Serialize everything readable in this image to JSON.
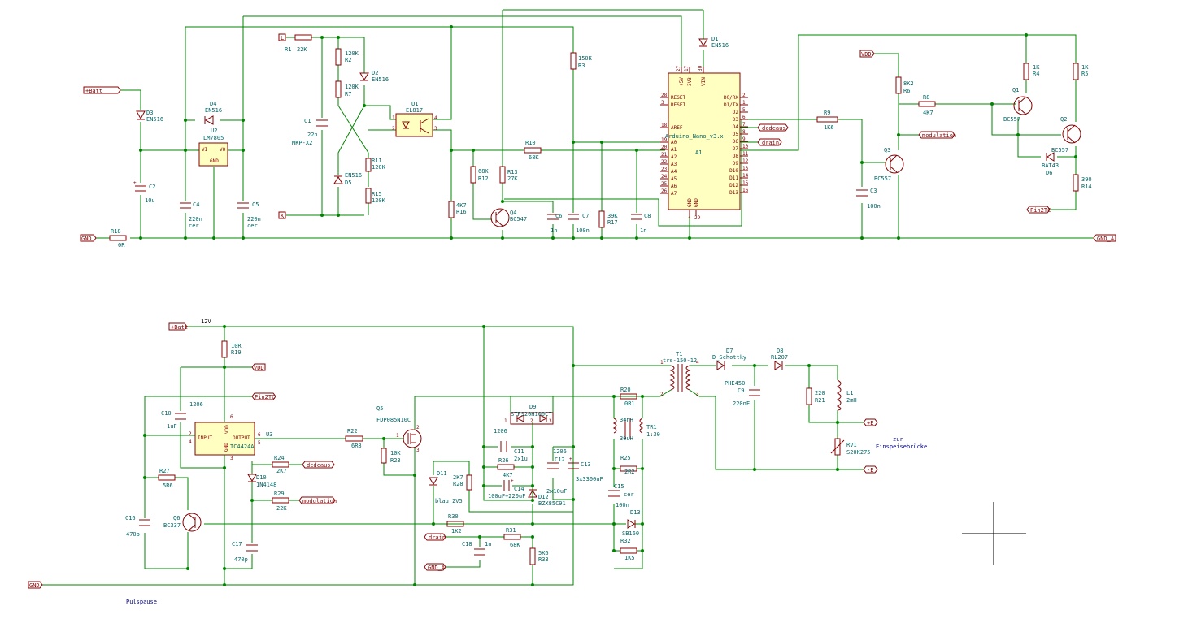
{
  "power_labels": {
    "batt_top": "+Batt",
    "batt_bottom": "+Batt",
    "gnd_top": "GND",
    "gnd_bottom": "GND",
    "gnd_a_right": "GND_A",
    "gnd_a_bottom": "GND_A",
    "vdd_top": "VDD",
    "vdd_bottom": "VDD",
    "pin2tc_top": "Pin2TC",
    "pin2tc_bottom": "Pin2TC",
    "pos_e": "+E",
    "neg_e": "-E"
  },
  "net_labels": {
    "dcdcaus_top": "dcdcaus",
    "drain_top": "drain",
    "modulation_top": "modulation",
    "dcdcaus_bottom": "dcdcaus",
    "modulation_bottom": "modulation",
    "drain_bottom": "drain"
  },
  "ports": {
    "L": "L",
    "K": "K"
  },
  "notes": {
    "v12": "12V",
    "zur": "zur",
    "einspeise": "Einspeisebrücke",
    "pulspause": "Pulspause"
  },
  "components": {
    "R1": {
      "ref": "R1",
      "val": "22K"
    },
    "R2": {
      "ref": "R2",
      "val": "120K"
    },
    "R7": {
      "ref": "R7",
      "val": "120K"
    },
    "R3": {
      "ref": "R3",
      "val": "150K"
    },
    "R11": {
      "ref": "R11",
      "val": "120K"
    },
    "R15": {
      "ref": "R15",
      "val": "120K"
    },
    "R16": {
      "ref": "R16",
      "val": "4K7"
    },
    "R12": {
      "ref": "R12",
      "val": "68K"
    },
    "R13": {
      "ref": "R13",
      "val": "27K"
    },
    "R10": {
      "ref": "R10",
      "val": "68K"
    },
    "R17": {
      "ref": "R17",
      "val": "39K"
    },
    "R18": {
      "ref": "R18",
      "val": "0R"
    },
    "R9": {
      "ref": "R9",
      "val": "1K6"
    },
    "R6": {
      "ref": "R6",
      "val": "8K2"
    },
    "R8": {
      "ref": "R8",
      "val": "4K7"
    },
    "R4": {
      "ref": "R4",
      "val": "1K"
    },
    "R5": {
      "ref": "R5",
      "val": "1K"
    },
    "R14": {
      "ref": "R14",
      "val": "390"
    },
    "D1": {
      "ref": "D1",
      "val": "EN516"
    },
    "D2": {
      "ref": "D2",
      "val": "EN516"
    },
    "D3": {
      "ref": "D3",
      "val": "EN516"
    },
    "D4": {
      "ref": "D4",
      "val": "EN516"
    },
    "D5": {
      "ref": "D5",
      "val": "EN516"
    },
    "D6": {
      "ref": "D6",
      "val": "BAT43"
    },
    "C1": {
      "ref": "C1",
      "val": "22n",
      "extra": "MKP-X2"
    },
    "C2": {
      "ref": "C2",
      "val": "10u"
    },
    "C3": {
      "ref": "C3",
      "val": "100n"
    },
    "C4": {
      "ref": "C4",
      "val": "220n",
      "extra": "cer"
    },
    "C5": {
      "ref": "C5",
      "val": "220n",
      "extra": "cer"
    },
    "C6": {
      "ref": "C6",
      "val": "1n"
    },
    "C7": {
      "ref": "C7",
      "val": "100n"
    },
    "C8": {
      "ref": "C8",
      "val": "1n"
    },
    "U1": {
      "ref": "U1",
      "val": "EL817"
    },
    "U2": {
      "ref": "U2",
      "val": "LM7805",
      "vi": "VI",
      "vo": "VO",
      "gnd": "GND"
    },
    "Q1": {
      "ref": "Q1",
      "val": "BC557"
    },
    "Q2": {
      "ref": "Q2",
      "val": "BC557"
    },
    "Q3": {
      "ref": "Q3",
      "val": "BC557"
    },
    "Q4": {
      "ref": "Q4",
      "val": "BC547"
    },
    "A1": {
      "ref": "A1",
      "val": "Arduino_Nano_v3.x"
    },
    "R19": {
      "ref": "R19",
      "val": "10R"
    },
    "R22": {
      "ref": "R22",
      "val": "6R8"
    },
    "R23": {
      "ref": "R23",
      "val": "10K"
    },
    "R24": {
      "ref": "R24",
      "val": "2K7"
    },
    "R29": {
      "ref": "R29",
      "val": "22K"
    },
    "R27": {
      "ref": "R27",
      "val": "5R6"
    },
    "R28": {
      "ref": "R28",
      "val": "2K7"
    },
    "R30": {
      "ref": "R30",
      "val": "1K2"
    },
    "R31": {
      "ref": "R31",
      "val": "68K"
    },
    "R33": {
      "ref": "R33",
      "val": "5K6"
    },
    "R26": {
      "ref": "R26",
      "val": "4K7"
    },
    "R20": {
      "ref": "R20",
      "val": "0R1"
    },
    "R25": {
      "ref": "R25",
      "val": "2R2"
    },
    "R32": {
      "ref": "R32",
      "val": "1K5"
    },
    "R21": {
      "ref": "R21",
      "val": "220"
    },
    "C9": {
      "ref": "C9",
      "val": "220nF",
      "extra": "PHE450"
    },
    "C10": {
      "ref": "C10",
      "val": "1uF",
      "extra": "1206"
    },
    "C11": {
      "ref": "C11",
      "val": "2x1u",
      "extra": "1206"
    },
    "C12": {
      "ref": "C12",
      "val": "2x10uF",
      "extra": "1206"
    },
    "C13": {
      "ref": "C13",
      "val": "3x3300uF"
    },
    "C14": {
      "ref": "C14",
      "val": "100uF+220uF"
    },
    "C15": {
      "ref": "C15",
      "val": "100n",
      "extra": "cer"
    },
    "C16": {
      "ref": "C16",
      "val": "470p"
    },
    "C17": {
      "ref": "C17",
      "val": "470p"
    },
    "C18": {
      "ref": "C18",
      "val": "1n"
    },
    "D7": {
      "ref": "D7",
      "val": "D_Schottky"
    },
    "D8": {
      "ref": "D8",
      "val": "RL207"
    },
    "D9": {
      "ref": "D9",
      "val": "STPS20H100CT"
    },
    "D10": {
      "ref": "D10",
      "val": "1N4148"
    },
    "D11": {
      "ref": "D11",
      "val": "blau_ZV5"
    },
    "D12": {
      "ref": "D12",
      "val": "BZX85C91"
    },
    "D13": {
      "ref": "D13",
      "val": "SB160"
    },
    "Q5": {
      "ref": "Q5",
      "val": "FDP085N10C"
    },
    "Q6": {
      "ref": "Q6",
      "val": "BC337"
    },
    "U3": {
      "ref": "U3",
      "val": "TC4424A",
      "input": "INPUT",
      "output": "OUTPUT",
      "vdd": "VDD",
      "gnd": "GND"
    },
    "T1": {
      "ref": "T1",
      "val": "trs-150-12"
    },
    "L1": {
      "ref": "L1",
      "val": "2mH"
    },
    "TR1": {
      "ref": "TR1",
      "val": "1:30",
      "l1": "34nH",
      "l2": "30uH"
    },
    "RV1": {
      "ref": "RV1",
      "val": "S20K275"
    }
  },
  "arduino_pins": {
    "left": [
      "RESET",
      "RESET",
      "AREF",
      "A0",
      "A1",
      "A2",
      "A3",
      "A4",
      "A5",
      "A6",
      "A7"
    ],
    "left_nums": [
      "28",
      "3",
      "18",
      "19",
      "20",
      "21",
      "22",
      "23",
      "24",
      "25",
      "26"
    ],
    "right": [
      "D0/RX",
      "D1/TX",
      "D2",
      "D3",
      "D4",
      "D5",
      "D6",
      "D7",
      "D8",
      "D9",
      "D10",
      "D11",
      "D12",
      "D13"
    ],
    "right_nums": [
      "2",
      "1",
      "5",
      "6",
      "7",
      "8",
      "9",
      "10",
      "11",
      "12",
      "13",
      "14",
      "15",
      "16"
    ],
    "top": [
      "+5V",
      "3V3",
      "VIN"
    ],
    "top_nums": [
      "27",
      "17",
      "30"
    ],
    "bottom": [
      "GND",
      "GND"
    ],
    "bottom_nums": [
      "4",
      "29"
    ]
  },
  "colors": {
    "wire": "#008400",
    "component": "#840000",
    "ref_text": "#006464",
    "body_fill": "#ffffc2",
    "note": "#000084"
  }
}
